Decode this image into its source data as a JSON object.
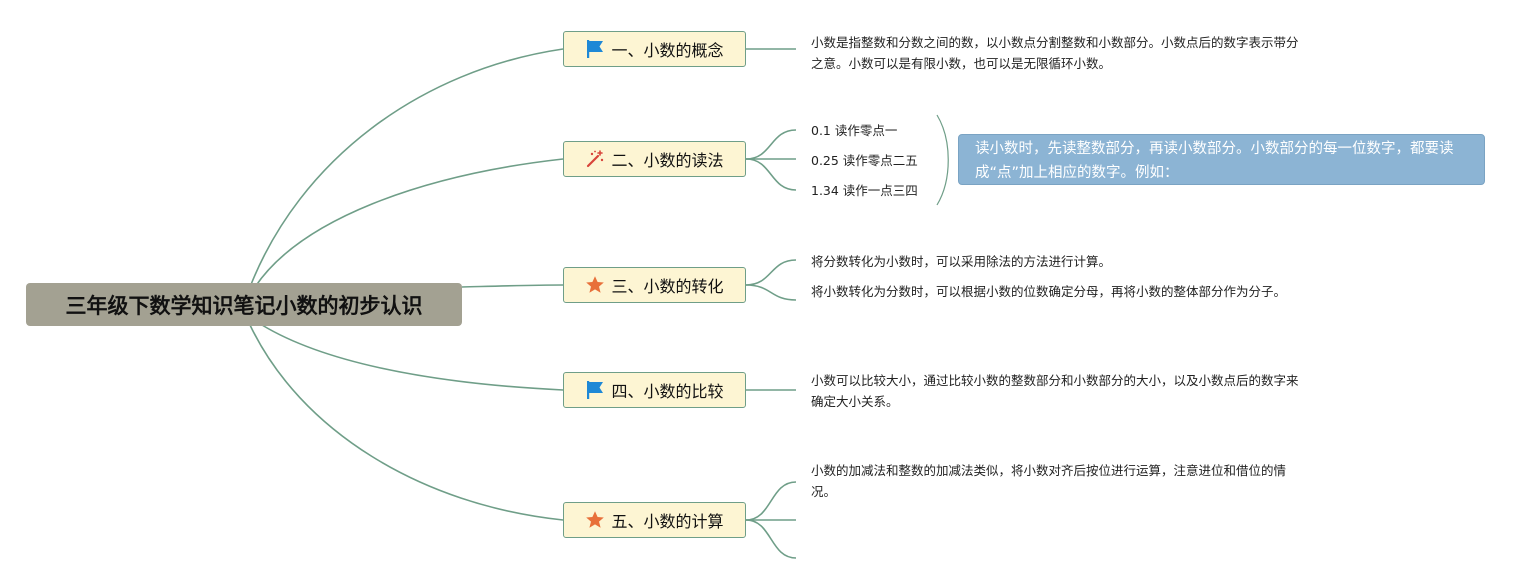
{
  "root": {
    "title": "三年级下数学知识笔记小数的初步认识"
  },
  "branches": [
    {
      "label": "一、小数的概念",
      "icon": "flag-icon"
    },
    {
      "label": "二、小数的读法",
      "icon": "magic-wand-icon"
    },
    {
      "label": "三、小数的转化",
      "icon": "star-icon"
    },
    {
      "label": "四、小数的比较",
      "icon": "flag-icon"
    },
    {
      "label": "五、小数的计算",
      "icon": "star-icon"
    }
  ],
  "concept": {
    "text": "小数是指整数和分数之间的数，以小数点分割整数和小数部分。小数点后的数字表示带分之意。小数可以是有限小数，也可以是无限循环小数。"
  },
  "reading": {
    "examples": [
      "0.1 读作零点一",
      "0.25 读作零点二五",
      "1.34 读作一点三四"
    ],
    "callout": "读小数时，先读整数部分，再读小数部分。小数部分的每一位数字，都要读成“点”加上相应的数字。例如："
  },
  "conversion": {
    "items": [
      "将分数转化为小数时，可以采用除法的方法进行计算。",
      "将小数转化为分数时，可以根据小数的位数确定分母，再将小数的整体部分作为分子。"
    ]
  },
  "comparison": {
    "text": "小数可以比较大小，通过比较小数的整数部分和小数部分的大小，以及小数点后的数字来确定大小关系。"
  },
  "calculation": {
    "text": "小数的加减法和整数的加减法类似，将小数对齐后按位进行运算，注意进位和借位的情况。"
  },
  "colors": {
    "connector": "#6f9e88",
    "root_fill": "#a3a192",
    "branch_fill": "#fdf5d3",
    "callout_fill": "#8cb4d4",
    "flag": "#1e88d6",
    "star": "#e8703a",
    "wand": "#d8443a"
  }
}
